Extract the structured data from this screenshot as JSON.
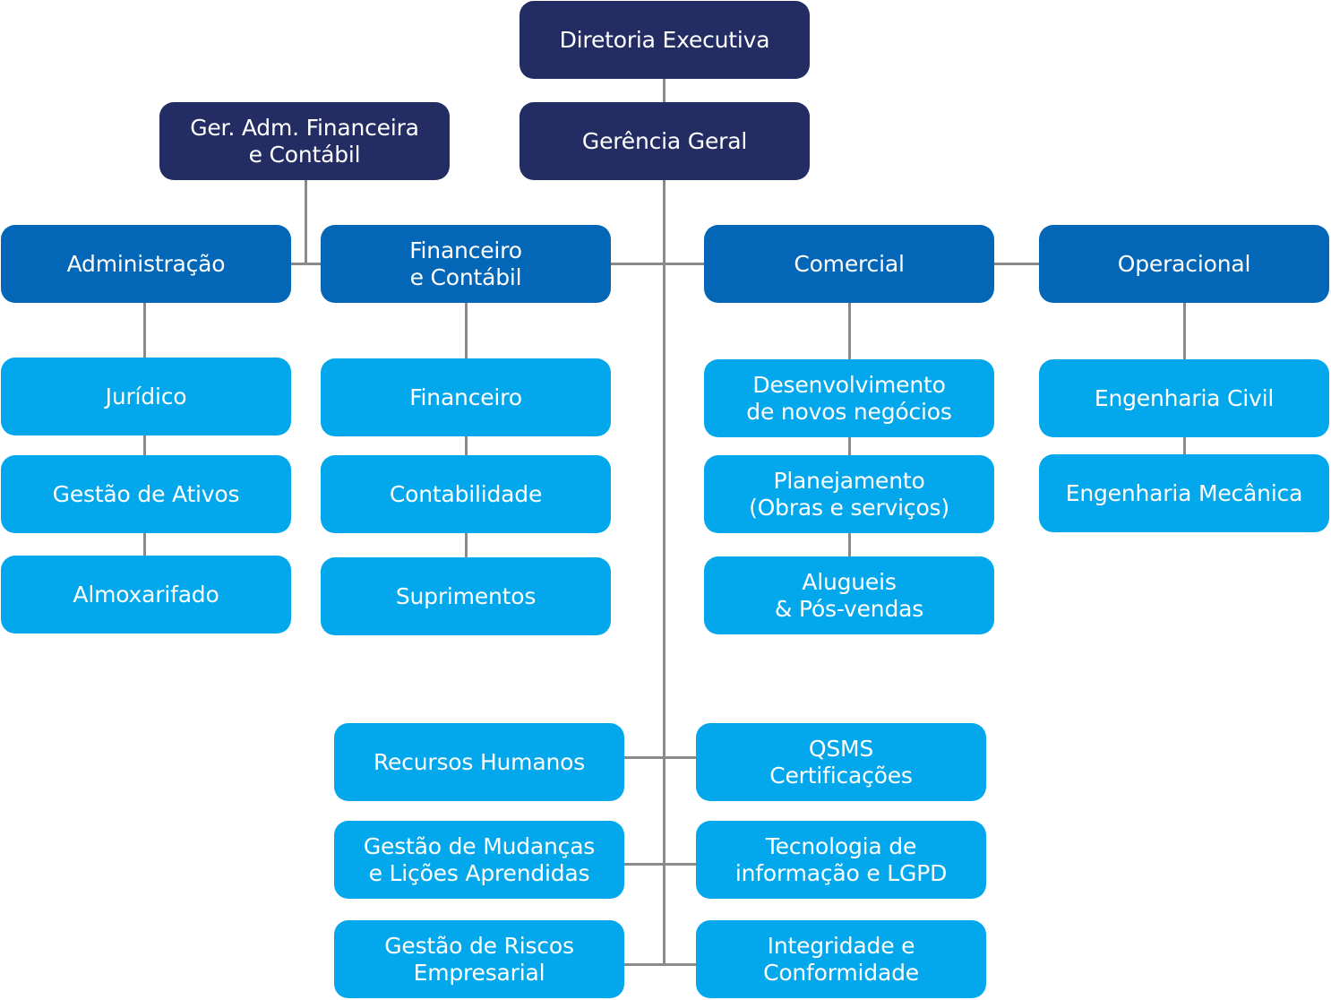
{
  "colors": {
    "top_level": "#232d63",
    "department": "#0366b6",
    "unit": "#03a8ec",
    "connector": "#8a8a8a",
    "text": "#ffffff"
  },
  "executive": {
    "diretoria": [
      "Diretoria Executiva"
    ],
    "gerencia_geral": [
      "Gerência Geral"
    ],
    "ger_adm": [
      "Ger. Adm. Financeira",
      "e Contábil"
    ]
  },
  "departments": {
    "administracao": {
      "label": [
        "Administração"
      ],
      "units": [
        [
          "Jurídico"
        ],
        [
          "Gestão de Ativos"
        ],
        [
          "Almoxarifado"
        ]
      ]
    },
    "financeiro": {
      "label": [
        "Financeiro",
        "e Contábil"
      ],
      "units": [
        [
          "Financeiro"
        ],
        [
          "Contabilidade"
        ],
        [
          "Suprimentos"
        ]
      ]
    },
    "comercial": {
      "label": [
        "Comercial"
      ],
      "units": [
        [
          "Desenvolvimento",
          "de novos negócios"
        ],
        [
          "Planejamento",
          "(Obras e serviços)"
        ],
        [
          "Alugueis",
          "& Pós-vendas"
        ]
      ]
    },
    "operacional": {
      "label": [
        "Operacional"
      ],
      "units": [
        [
          "Engenharia Civil"
        ],
        [
          "Engenharia Mecânica"
        ]
      ]
    }
  },
  "support": {
    "left": [
      [
        "Recursos Humanos"
      ],
      [
        "Gestão de Mudanças",
        "e Lições Aprendidas"
      ],
      [
        "Gestão de Riscos",
        "Empresarial"
      ]
    ],
    "right": [
      [
        "QSMS",
        "Certificações"
      ],
      [
        "Tecnologia de",
        "informação e LGPD"
      ],
      [
        "Integridade e",
        "Conformidade"
      ]
    ]
  }
}
